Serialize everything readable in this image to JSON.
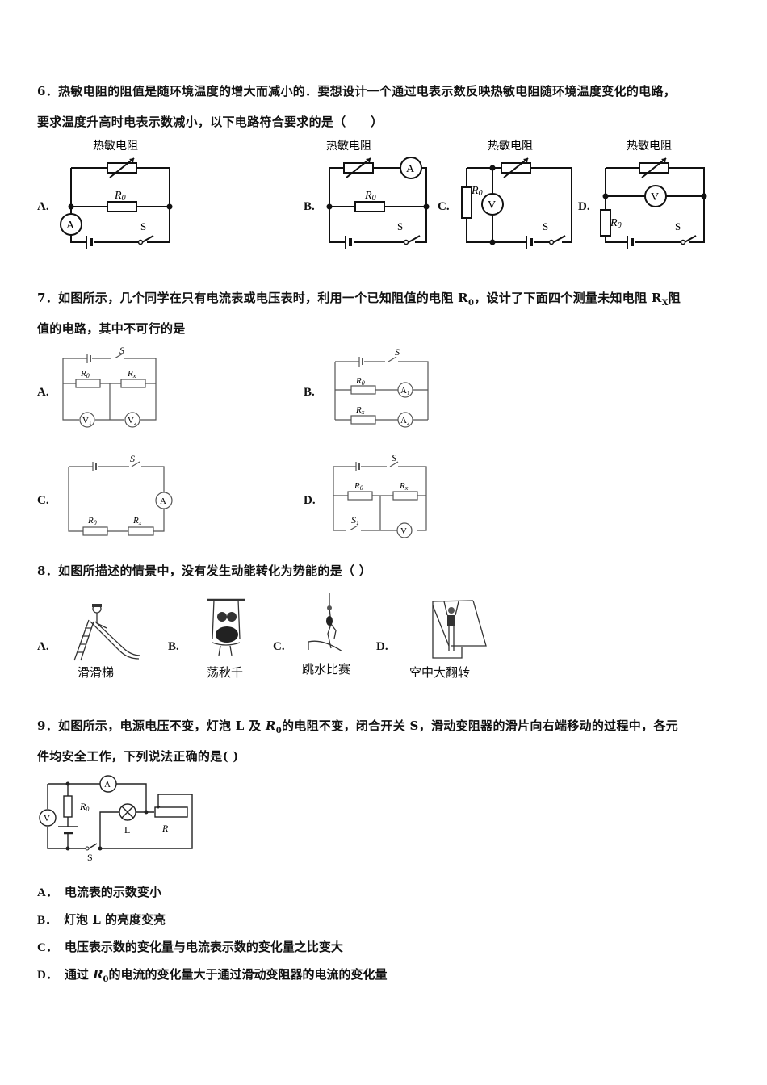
{
  "q6": {
    "line1": "6．热敏电阻的阻值是随环境温度的增大而减小的．要想设计一个通过电表示数反映热敏电阻随环境温度变化的电路，",
    "line2": "要求温度升高时电表示数减小，以下电路符合要求的是（　　）",
    "thermistor_label": "热敏电阻",
    "options": [
      {
        "letter": "A.",
        "r0": "R0",
        "r0_main": "R",
        "r0_sub": "0",
        "meter": "A",
        "switch": "S"
      },
      {
        "letter": "B.",
        "r0_main": "R",
        "r0_sub": "0",
        "meter": "A",
        "switch": "S"
      },
      {
        "letter": "C.",
        "r0_main": "R",
        "r0_sub": "0",
        "meter": "V",
        "switch": "S"
      },
      {
        "letter": "D.",
        "r0_main": "R",
        "r0_sub": "0",
        "meter": "V",
        "switch": "S"
      }
    ]
  },
  "q7": {
    "line1_pre": "7．如图所示，几个同学在只有电流表或电压表时，利用一个已知阻值的电阻 R",
    "line1_sub0": "0",
    "line1_mid": "，设计了下面四个测量未知电阻 R",
    "line1_subx": "X",
    "line1_post": "阻",
    "line2": "值的电路，其中不可行的是",
    "options": [
      {
        "letter": "A.",
        "switch": "S",
        "r0": "R",
        "r0_sub": "0",
        "rx": "R",
        "rx_sub": "x",
        "m1": "V",
        "m1_sub": "1",
        "m2": "V",
        "m2_sub": "2"
      },
      {
        "letter": "B.",
        "switch": "S",
        "r0": "R",
        "r0_sub": "0",
        "rx": "R",
        "rx_sub": "x",
        "m1": "A",
        "m1_sub": "1",
        "m2": "A",
        "m2_sub": "2"
      },
      {
        "letter": "C.",
        "switch": "S",
        "r0": "R",
        "r0_sub": "0",
        "rx": "R",
        "rx_sub": "x",
        "m1": "A"
      },
      {
        "letter": "D.",
        "switch": "S",
        "switch2": "S",
        "switch2_sub": "1",
        "r0": "R",
        "r0_sub": "0",
        "rx": "R",
        "rx_sub": "x",
        "m1": "V"
      }
    ]
  },
  "q8": {
    "line1": "8．如图所描述的情景中，没有发生动能转化为势能的是（ ）",
    "options": [
      {
        "letter": "A.",
        "caption": "滑滑梯",
        "icon": "slide-illustration"
      },
      {
        "letter": "B.",
        "caption": "荡秋千",
        "icon": "swing-illustration"
      },
      {
        "letter": "C.",
        "caption": "跳水比赛",
        "icon": "diving-illustration"
      },
      {
        "letter": "D.",
        "caption": "空中大翻转",
        "icon": "bar-flip-illustration"
      }
    ]
  },
  "q9": {
    "line1_pre": "9．如图所示，电源电压不变，灯泡 L 及 ",
    "line1_r": "R",
    "line1_sub": "0",
    "line1_post": "的电阻不变，闭合开关 S，滑动变阻器的滑片向右端移动的过程中，各元",
    "line2": "件均安全工作，下列说法正确的是( )",
    "circuit": {
      "v": "V",
      "a": "A",
      "r0": "R",
      "r0_sub": "0",
      "lamp": "L",
      "rheostat": "R",
      "switch": "S"
    },
    "answers": [
      {
        "letter": "A．",
        "text": "电流表的示数变小"
      },
      {
        "letter": "B．",
        "text": "灯泡 L 的亮度变亮"
      },
      {
        "letter": "C．",
        "text": "电压表示数的变化量与电流表示数的变化量之比变大"
      },
      {
        "letter": "D．",
        "text_pre": "通过 ",
        "r": "R",
        "r_sub": "0",
        "text_post": "的电流的变化量大于通过滑动变阻器的电流的变化量"
      }
    ]
  }
}
